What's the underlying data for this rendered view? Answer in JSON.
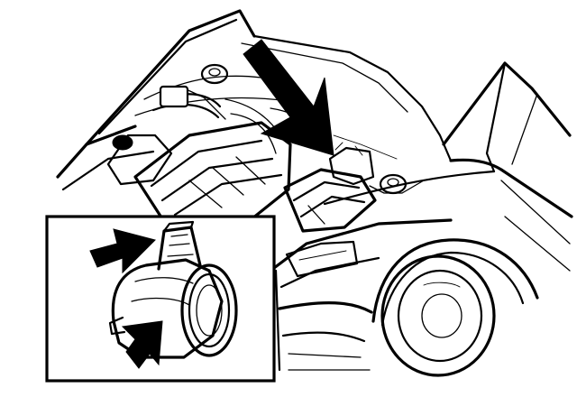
{
  "figure": {
    "colors": {
      "ink": "#000000",
      "paper": "#ffffff"
    },
    "main_view": {
      "subject": "car-front-with-open-hood",
      "pointer": "arrow-to-air-mass-meter"
    },
    "inset": {
      "subject": "air-mass-meter-closeup",
      "pointers": [
        "upper-arrow-connector",
        "lower-arrow-housing"
      ]
    }
  }
}
